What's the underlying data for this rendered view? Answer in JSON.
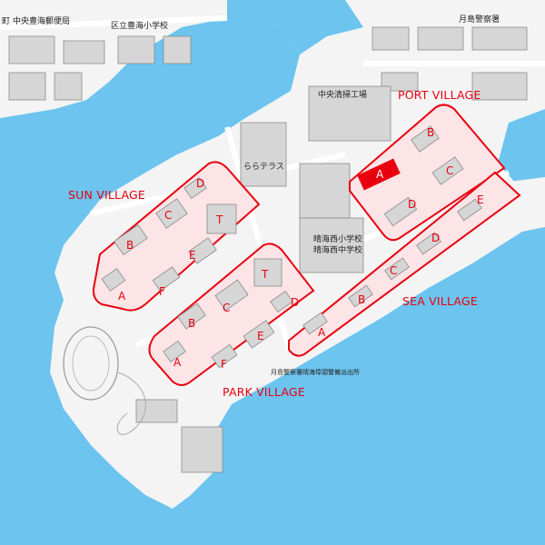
{
  "colors": {
    "water": "#6cc4ef",
    "land": "#f4f4f4",
    "building": "#d6d6d6",
    "building_stroke": "#8a8a8a",
    "zone_fill": "#fde4e6",
    "zone_stroke": "#e8000e",
    "highlight": "#e8000e",
    "label": "#e8000e"
  },
  "places": {
    "school_top": "区立豊海小学校",
    "post_office": "中央豊海郵便局",
    "police_top": "月島警察署",
    "cleaning_plant": "中央清掃工場",
    "lala_terrace": "ららテラス",
    "harumi_elem": "晴海西小学校",
    "harumi_jhs": "晴海西中学校",
    "police_box": "月島警察署晴海埠頭警備派出所",
    "left_edge": "町"
  },
  "villages": {
    "port": {
      "name": "PORT VILLAGE",
      "blocks": [
        "A",
        "B",
        "C",
        "D"
      ],
      "selected": "A"
    },
    "sun": {
      "name": "SUN VILLAGE",
      "blocks": [
        "A",
        "B",
        "C",
        "D",
        "E",
        "F",
        "T"
      ]
    },
    "park": {
      "name": "PARK VILLAGE",
      "blocks": [
        "A",
        "B",
        "C",
        "D",
        "E",
        "F",
        "T"
      ]
    },
    "sea": {
      "name": "SEA VILLAGE",
      "blocks": [
        "A",
        "B",
        "C",
        "D",
        "E"
      ]
    }
  }
}
